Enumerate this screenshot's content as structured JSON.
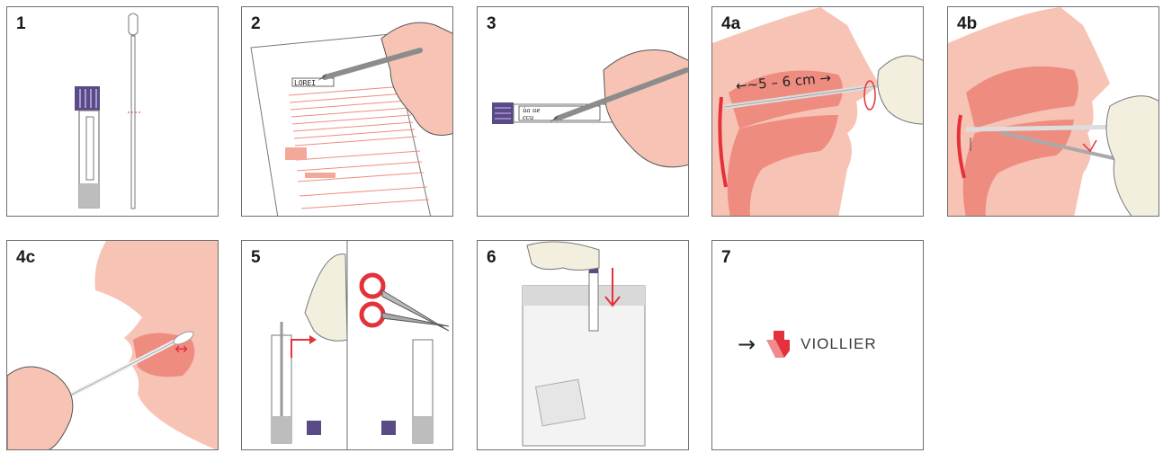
{
  "steps": [
    {
      "number": "1"
    },
    {
      "number": "2"
    },
    {
      "number": "3"
    },
    {
      "number": "4a"
    },
    {
      "number": "4b"
    },
    {
      "number": "4c"
    },
    {
      "number": "5"
    },
    {
      "number": "6"
    },
    {
      "number": "7"
    }
  ],
  "panel_2": {
    "form_text": "LOREI"
  },
  "panel_3": {
    "label_line_1": "ùa ue",
    "label_line_2": "ccu"
  },
  "panel_4a": {
    "measure_label": "←~5 – 6 cm →"
  },
  "panel_7": {
    "arrow": "→",
    "brand_name": "VIOLLIER"
  },
  "colors": {
    "accent_red": "#e3323b",
    "skin": "#f7c3b5",
    "tissue": "#ef8c80",
    "light_tissue": "#f9d3c8",
    "glove": "#f2efdf",
    "purple_cap": "#5a4a86",
    "line": "#6f6f6f"
  }
}
